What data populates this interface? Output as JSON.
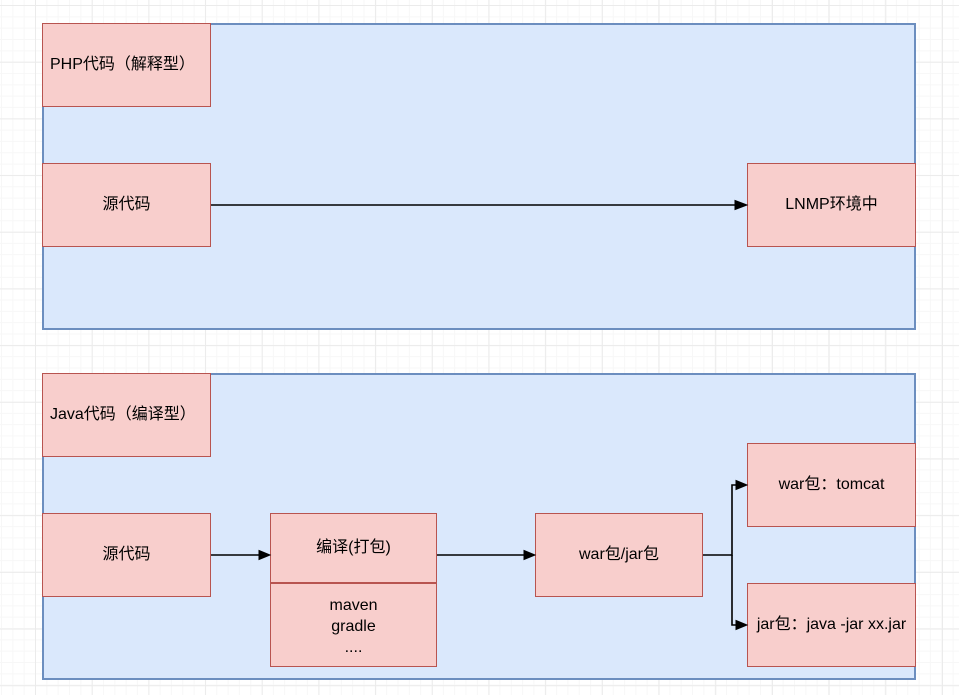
{
  "diagram": {
    "php": {
      "title": "PHP代码（解释型）",
      "source": "源代码",
      "target": "LNMP环境中"
    },
    "java": {
      "title": "Java代码（编译型）",
      "source": "源代码",
      "compile": "编译(打包)",
      "tools": [
        "maven",
        "gradle",
        "...."
      ],
      "package": "war包/jar包",
      "war_deploy": "war包：tomcat",
      "jar_deploy": "jar包：java -jar xx.jar"
    }
  },
  "colors": {
    "node_fill": "#f8cecc",
    "node_border": "#b85450",
    "container_fill": "#dae8fc",
    "container_border": "#6c8ebf",
    "arrow": "#000000"
  }
}
